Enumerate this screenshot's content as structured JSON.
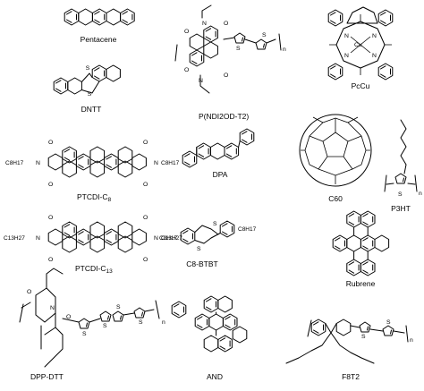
{
  "molecules": [
    {
      "id": "pentacene",
      "name": "Pentacene"
    },
    {
      "id": "dntt",
      "name": "DNTT"
    },
    {
      "id": "ptcdi-c8",
      "name": "PTCDI-C",
      "sub": "8",
      "substituent": "C8H17"
    },
    {
      "id": "ptcdi-c13",
      "name": "PTCDI-C",
      "sub": "13",
      "substituent": "C13H27"
    },
    {
      "id": "dpp-dtt",
      "name": "DPP-DTT"
    },
    {
      "id": "pndi",
      "name": "P(NDI2OD-T2)"
    },
    {
      "id": "dpa",
      "name": "DPA"
    },
    {
      "id": "c8-btbt",
      "name": "C8-BTBT"
    },
    {
      "id": "and",
      "name": "AND"
    },
    {
      "id": "pccu",
      "name": "PcCu"
    },
    {
      "id": "c60",
      "name": "C60"
    },
    {
      "id": "p3ht",
      "name": "P3HT"
    },
    {
      "id": "rubrene",
      "name": "Rubrene"
    },
    {
      "id": "f8t2",
      "name": "F8T2"
    }
  ],
  "atoms": {
    "sulfur": "S",
    "nitrogen": "N",
    "oxygen": "O",
    "copper": "Cu",
    "repeat": "n"
  }
}
